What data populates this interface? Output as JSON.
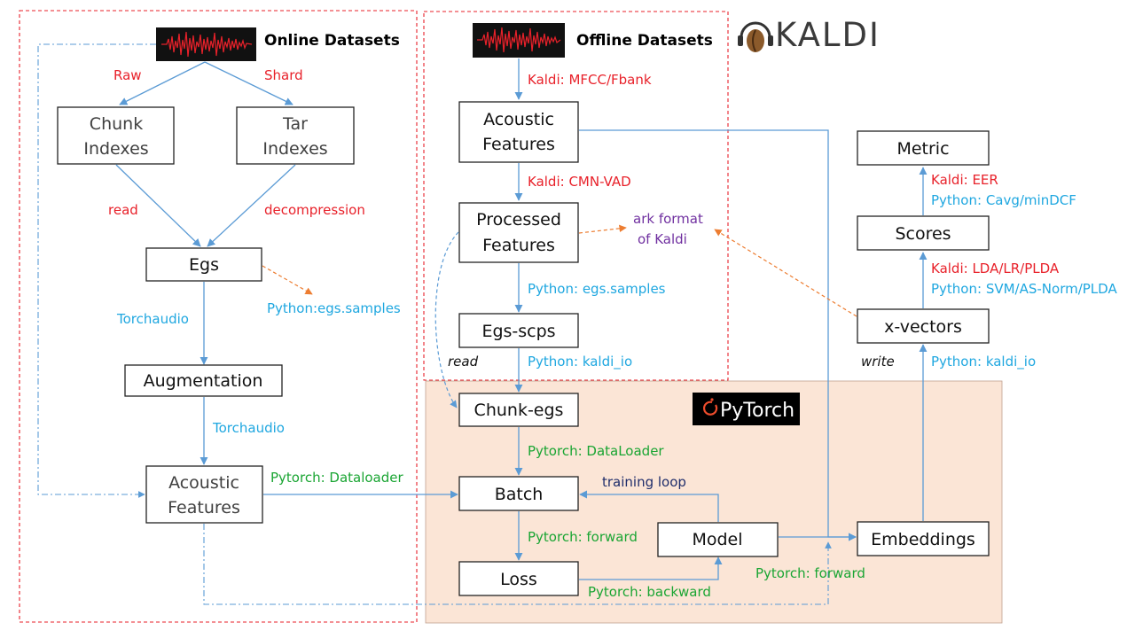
{
  "sections": {
    "online": "Online Datasets",
    "offline": "Offline Datasets",
    "kaldi_logo": "KALDI",
    "pytorch_logo": "PyTorch"
  },
  "boxes": {
    "chunk_indexes": [
      "Chunk",
      "Indexes"
    ],
    "tar_indexes": [
      "Tar",
      "Indexes"
    ],
    "egs": "Egs",
    "augmentation": "Augmentation",
    "online_acoustic_features": [
      "Acoustic",
      "Features"
    ],
    "acoustic_features": [
      "Acoustic",
      "Features"
    ],
    "processed_features": [
      "Processed",
      "Features"
    ],
    "egs_scps": "Egs-scps",
    "chunk_egs": "Chunk-egs",
    "batch": "Batch",
    "loss": "Loss",
    "model": "Model",
    "embeddings": "Embeddings",
    "metric": "Metric",
    "scores": "Scores",
    "xvectors": "x-vectors"
  },
  "labels": {
    "raw": "Raw",
    "shard": "Shard",
    "read_online": "read",
    "decompression": "decompression",
    "egs_samples_online": "Python:egs.samples",
    "torchaudio_1": "Torchaudio",
    "torchaudio_2": "Torchaudio",
    "pytorch_dataloader_online": "Pytorch: Dataloader",
    "kaldi_mfcc": "Kaldi: MFCC/Fbank",
    "kaldi_cmn": "Kaldi: CMN-VAD",
    "ark_format": [
      "ark format",
      "of Kaldi"
    ],
    "egs_samples_offline": "Python: egs.samples",
    "kaldi_io_offline": "Python: kaldi_io",
    "read_offline": "read",
    "pytorch_dataloader": "Pytorch: DataLoader",
    "training_loop": "training loop",
    "pytorch_forward_1": "Pytorch: forward",
    "pytorch_backward": "Pytorch: backward",
    "pytorch_forward_2": "Pytorch: forward",
    "kaldi_eer": "Kaldi: EER",
    "python_cavg": "Python: Cavg/minDCF",
    "kaldi_lda": "Kaldi: LDA/LR/PLDA",
    "python_svm": "Python: SVM/AS-Norm/PLDA",
    "write": "write",
    "kaldi_io_xvectors": "Python: kaldi_io"
  },
  "colors": {
    "kaldi_red": "#e8212a",
    "python_cyan": "#1fa7e0",
    "pytorch_green": "#1aa533",
    "ark_purple": "#7030a0",
    "loop_navy": "#1f2d6b",
    "arrow_blue": "#5b9bd5",
    "orange_dashed": "#ed7d31",
    "pytorch_region_fill": "#fbe5d6"
  },
  "icons": {
    "waveform": "audio-waveform-icon",
    "kaldi": "kaldi-coffee-bean-headphones-icon",
    "pytorch": "pytorch-flame-icon"
  }
}
